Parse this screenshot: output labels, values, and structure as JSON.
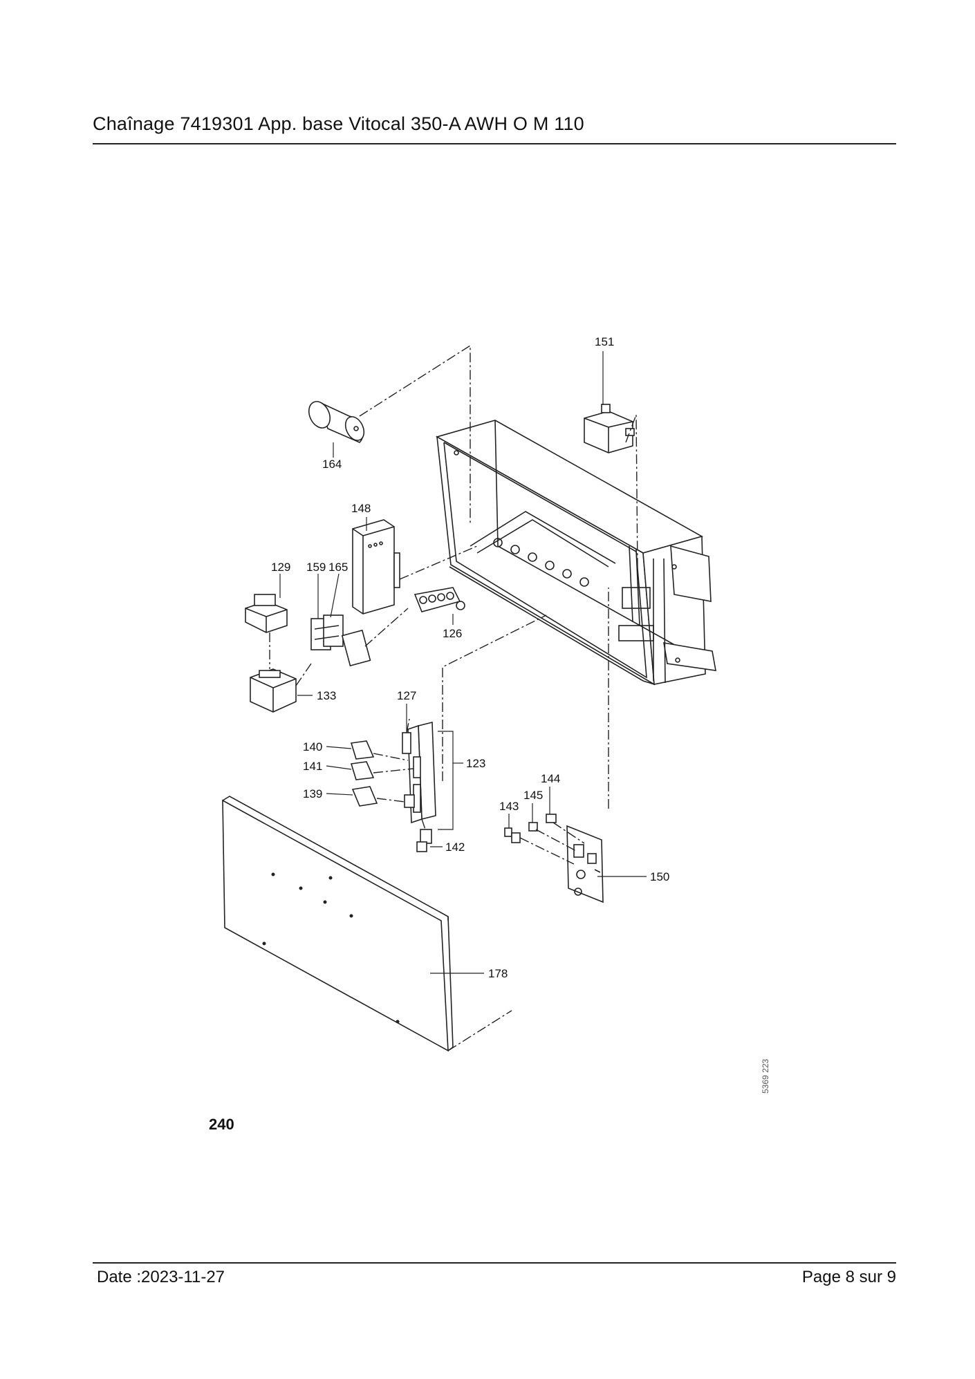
{
  "header": {
    "title": "Chaînage 7419301 App. base Vitocal 350-A AWH O M 110"
  },
  "diagram": {
    "figure_number": "240",
    "doc_id": "5369 223",
    "callouts": [
      "151",
      "164",
      "148",
      "129",
      "159",
      "165",
      "126",
      "133",
      "127",
      "140",
      "141",
      "139",
      "123",
      "144",
      "145",
      "143",
      "142",
      "150",
      "178"
    ]
  },
  "footer": {
    "date": "Date :2023-11-27",
    "page": "Page 8 sur  9"
  }
}
